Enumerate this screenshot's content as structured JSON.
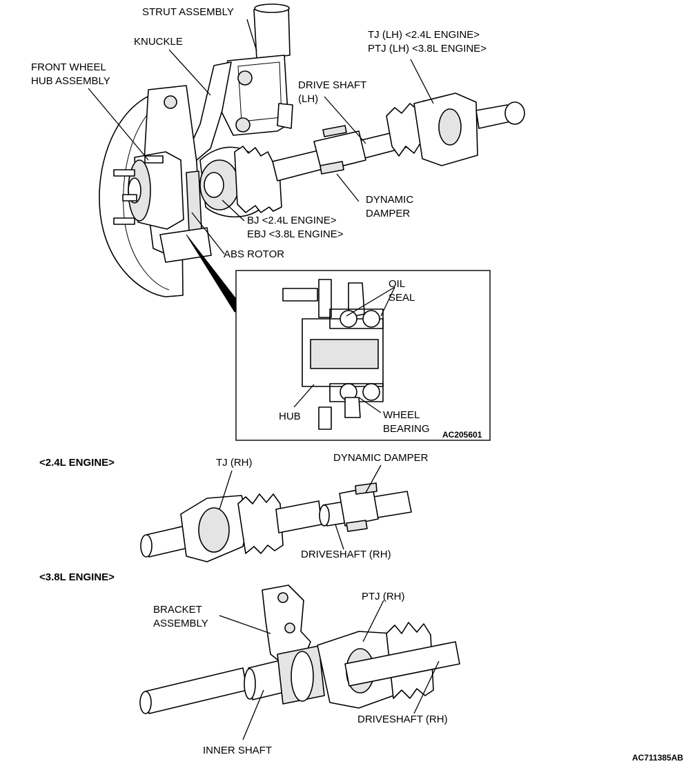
{
  "labels": {
    "strut_assembly": "STRUT ASSEMBLY",
    "knuckle": "KNUCKLE",
    "front_wheel_hub": "FRONT WHEEL\nHUB ASSEMBLY",
    "tj_lh": "TJ (LH) <2.4L ENGINE>\nPTJ (LH) <3.8L ENGINE>",
    "drive_shaft_lh": "DRIVE SHAFT\n(LH)",
    "dynamic_damper": "DYNAMIC\nDAMPER",
    "bj": "BJ <2.4L ENGINE>\nEBJ <3.8L ENGINE>",
    "abs_rotor": "ABS ROTOR",
    "oil_seal": "OIL\nSEAL",
    "hub": "HUB",
    "wheel_bearing": "WHEEL\nBEARING",
    "inset_code": "AC205601",
    "tj_rh": "TJ (RH)",
    "dynamic_damper_rh": "DYNAMIC DAMPER",
    "driveshaft_rh_24": "DRIVESHAFT (RH)",
    "bracket_assembly": "BRACKET\nASSEMBLY",
    "ptj_rh": "PTJ (RH)",
    "driveshaft_rh_38": "DRIVESHAFT (RH)",
    "inner_shaft": "INNER SHAFT",
    "figure_code": "AC711385AB"
  },
  "sections": {
    "engine_24": "<2.4L ENGINE>",
    "engine_38": "<3.8L ENGINE>"
  }
}
